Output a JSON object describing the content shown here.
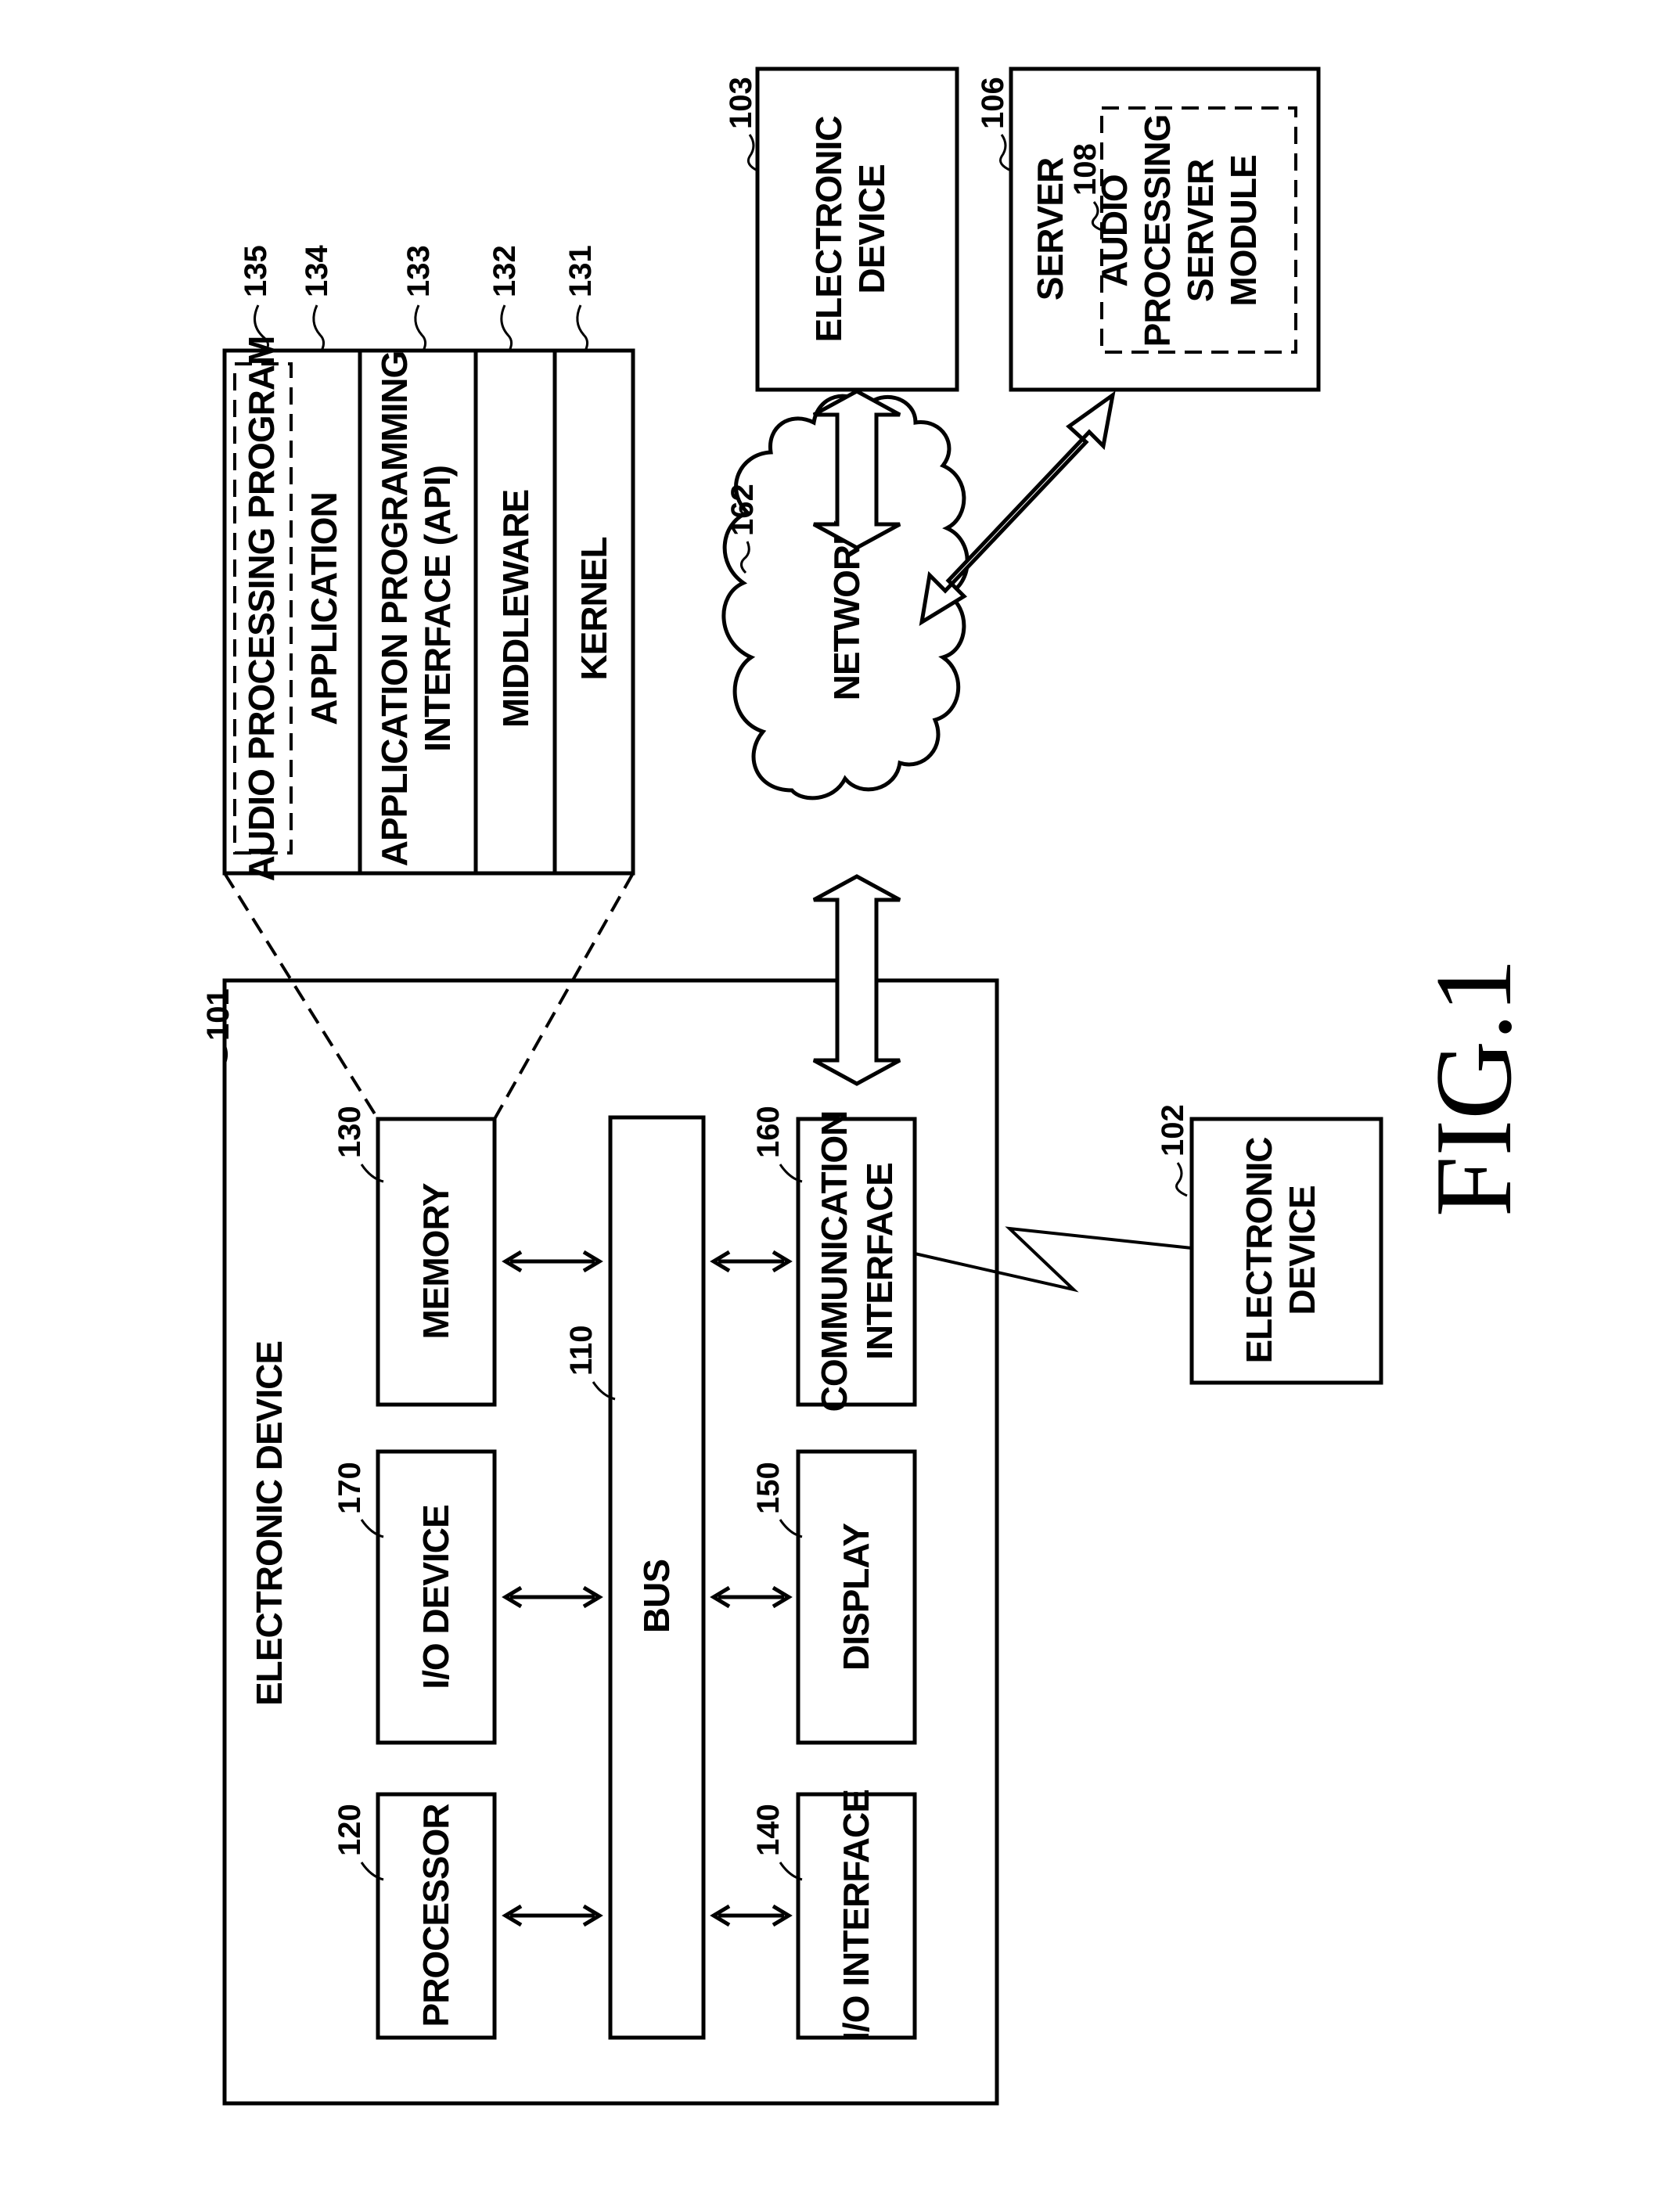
{
  "figure": {
    "caption": "FIG.1"
  },
  "device101": {
    "ref": "101",
    "title": "ELECTRONIC DEVICE",
    "processor": {
      "ref": "120",
      "label": "PROCESSOR"
    },
    "io_device": {
      "ref": "170",
      "label": "I/O DEVICE"
    },
    "memory": {
      "ref": "130",
      "label": "MEMORY"
    },
    "bus": {
      "ref": "110",
      "label": "BUS"
    },
    "io_interface": {
      "ref": "140",
      "label": "I/O INTERFACE"
    },
    "display": {
      "ref": "150",
      "label": "DISPLAY"
    },
    "comm_interface": {
      "ref": "160",
      "line1": "COMMUNICATION",
      "line2": "INTERFACE"
    }
  },
  "software_stack": {
    "audio_program": {
      "ref": "135",
      "label": "AUDIO PROCESSING PROGRAM"
    },
    "application": {
      "ref": "134",
      "label": "APPLICATION"
    },
    "api": {
      "ref": "133",
      "line1": "APPLICATION PROGRAMMING",
      "line2": "INTERFACE (API)"
    },
    "middleware": {
      "ref": "132",
      "label": "MIDDLEWARE"
    },
    "kernel": {
      "ref": "131",
      "label": "KERNEL"
    }
  },
  "network": {
    "ref": "162",
    "label": "NETWORK"
  },
  "device102": {
    "ref": "102",
    "line1": "ELECTRONIC",
    "line2": "DEVICE"
  },
  "device103": {
    "ref": "103",
    "line1": "ELECTRONIC",
    "line2": "DEVICE"
  },
  "server": {
    "ref": "106",
    "label": "SERVER",
    "module": {
      "ref": "108",
      "line1": "AUDIO",
      "line2": "PROCESSING",
      "line3": "SERVER",
      "line4": "MODULE"
    }
  }
}
